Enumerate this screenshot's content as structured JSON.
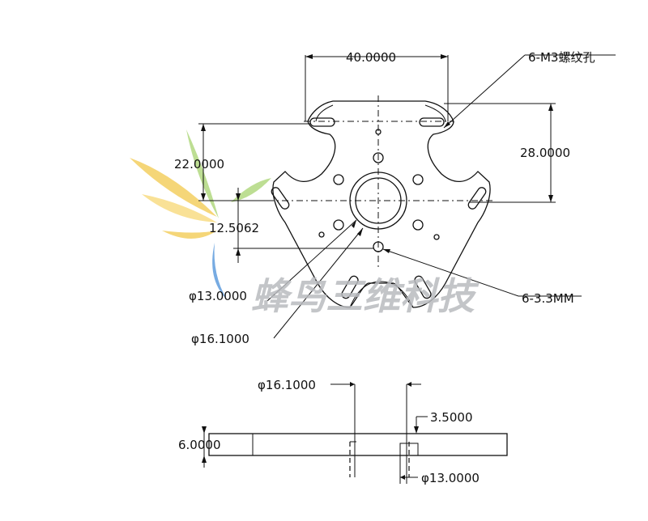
{
  "dimensions": {
    "width_40": "40.0000",
    "thread_holes": "6-M3螺纹孔",
    "height_28": "28.0000",
    "height_22": "22.0000",
    "offset_12": "12.5062",
    "small_holes": "6-3.3MM",
    "dia_13_top": "φ13.0000",
    "dia_16_top": "φ16.1000",
    "dia_16_side": "φ16.1000",
    "depth_3_5": "3.5000",
    "thickness_6": "6.0000",
    "dia_13_side": "φ13.0000"
  },
  "watermark": {
    "text": "蜂鸟三维科技"
  },
  "colors": {
    "line": "#111111",
    "watermark_text": "#b9bbbf",
    "logo_yellow": "#f2c94c",
    "logo_green": "#a7d46f",
    "logo_blue": "#4a90d9"
  }
}
